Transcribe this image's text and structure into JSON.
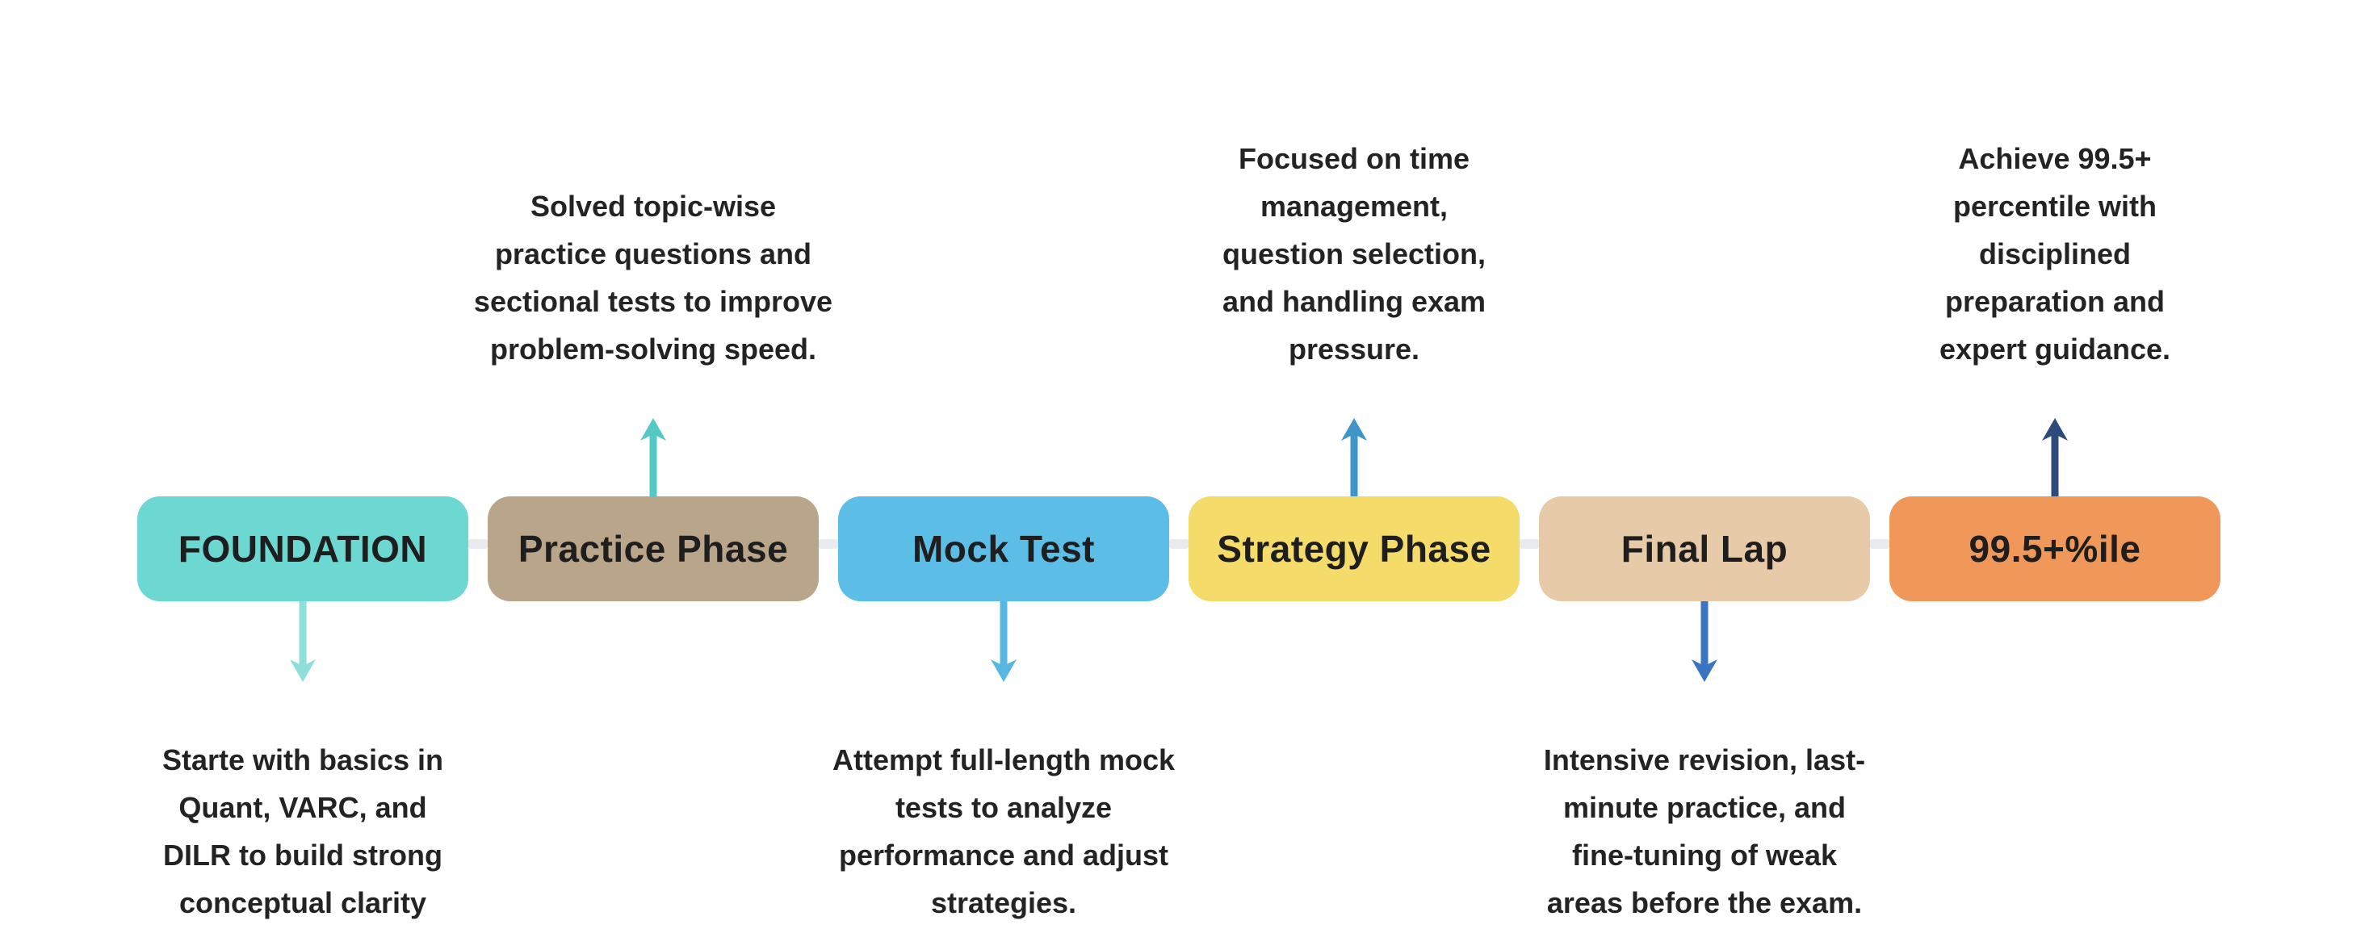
{
  "diagram": {
    "type": "horizontal-timeline",
    "background_color": "#ffffff",
    "connector_color": "#e9ebee",
    "text_color": "#232323"
  },
  "phases": [
    {
      "label": "FOUNDATION",
      "box_color": "#6cd8d1",
      "arrow_color": "#8edfd9",
      "arrow_direction": "down",
      "description_position": "below",
      "description": "Starte with basics in\nQuant, VARC, and\nDILR to build strong\nconceptual clarity"
    },
    {
      "label": "Practice Phase",
      "box_color": "#b9a58a",
      "arrow_color": "#54c8c4",
      "arrow_direction": "up",
      "description_position": "above",
      "description": "Solved topic-wise\npractice questions and\nsectional tests to improve\nproblem-solving speed."
    },
    {
      "label": "Mock Test",
      "box_color": "#5cbee7",
      "arrow_color": "#55b7e2",
      "arrow_direction": "down",
      "description_position": "below",
      "description": "Attempt full-length mock\ntests to analyze\nperformance and adjust\nstrategies."
    },
    {
      "label": "Strategy Phase",
      "box_color": "#f5db69",
      "arrow_color": "#3e95c7",
      "arrow_direction": "up",
      "description_position": "above",
      "description": "Focused on time\nmanagement,\nquestion selection,\nand handling exam\npressure."
    },
    {
      "label": "Final Lap",
      "box_color": "#e7caa8",
      "arrow_color": "#3b74c0",
      "arrow_direction": "down",
      "description_position": "below",
      "description": "Intensive revision, last-\nminute practice, and\nfine-tuning of weak\nareas before the exam."
    },
    {
      "label": "99.5+%ile",
      "box_color": "#f0975a",
      "arrow_color": "#2c4b7b",
      "arrow_direction": "up",
      "description_position": "above",
      "description": "Achieve 99.5+\npercentile with\ndisciplined\npreparation and\nexpert guidance."
    }
  ]
}
